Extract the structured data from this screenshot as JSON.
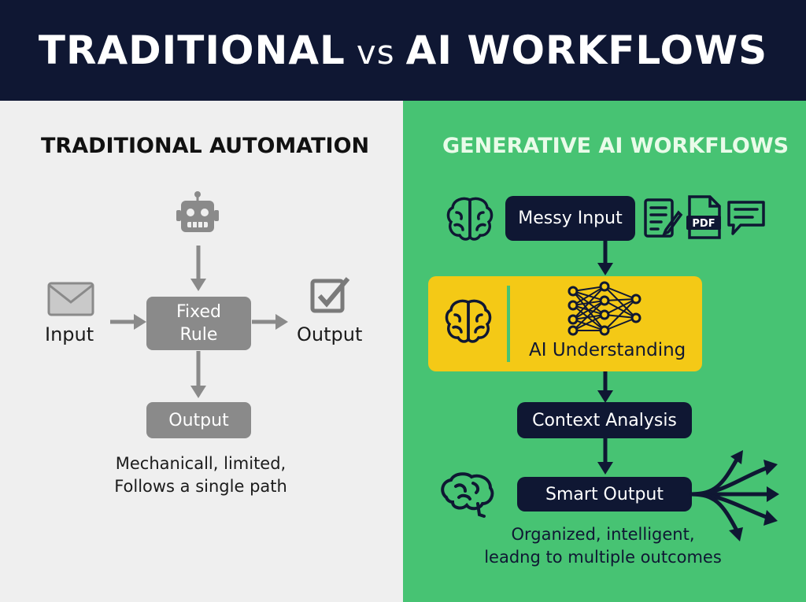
{
  "title": {
    "left": "TRADITIONAL",
    "vs": "vs",
    "right": "AI WORKFLOWS"
  },
  "traditional": {
    "heading": "TRADITIONAL AUTOMATION",
    "input_label": "Input",
    "rule_line1": "Fixed",
    "rule_line2": "Rule",
    "side_output_label": "Output",
    "bottom_output_label": "Output",
    "caption_line1": "Mechanicall, limited,",
    "caption_line2": "Follows a single path"
  },
  "ai": {
    "heading": "GENERATIVE AI WORKFLOWS",
    "messy_input": "Messy Input",
    "pdf_icon_text": "PDF",
    "understanding": "AI Understanding",
    "context_analysis": "Context Analysis",
    "smart_output": "Smart Output",
    "caption_line1": "Organized, intelligent,",
    "caption_line2": "leadng to multiple outcomes"
  },
  "colors": {
    "header_bg": "#0f1733",
    "left_bg": "#efefef",
    "right_bg": "#47c373",
    "gray_box": "#8a8a8a",
    "navy_box": "#0f1733",
    "yellow_box": "#f4c916",
    "ai_heading": "#e9fbe9"
  },
  "icons": [
    "envelope-icon",
    "robot-icon",
    "checkbox-icon",
    "brain-icon",
    "document-edit-icon",
    "pdf-icon",
    "chat-icon",
    "neural-network-icon",
    "branch-arrows-icon"
  ]
}
